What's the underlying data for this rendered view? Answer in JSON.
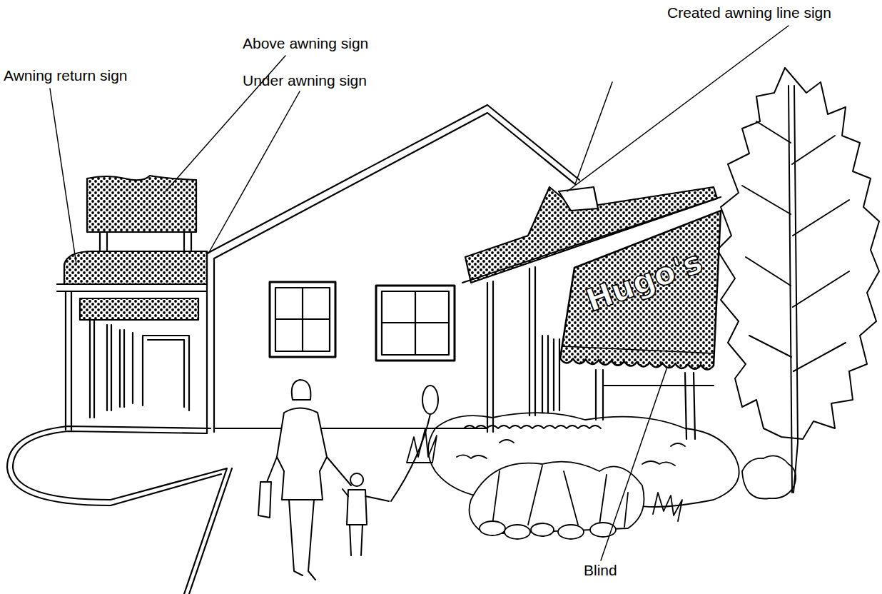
{
  "diagram": {
    "nodes": [
      {
        "text": [
          "Hugo's"
        ]
      }
    ],
    "labels": [
      "Created awning line sign",
      "Above awning sign",
      "Awning return sign",
      "Under awning sign",
      "Blind"
    ]
  }
}
